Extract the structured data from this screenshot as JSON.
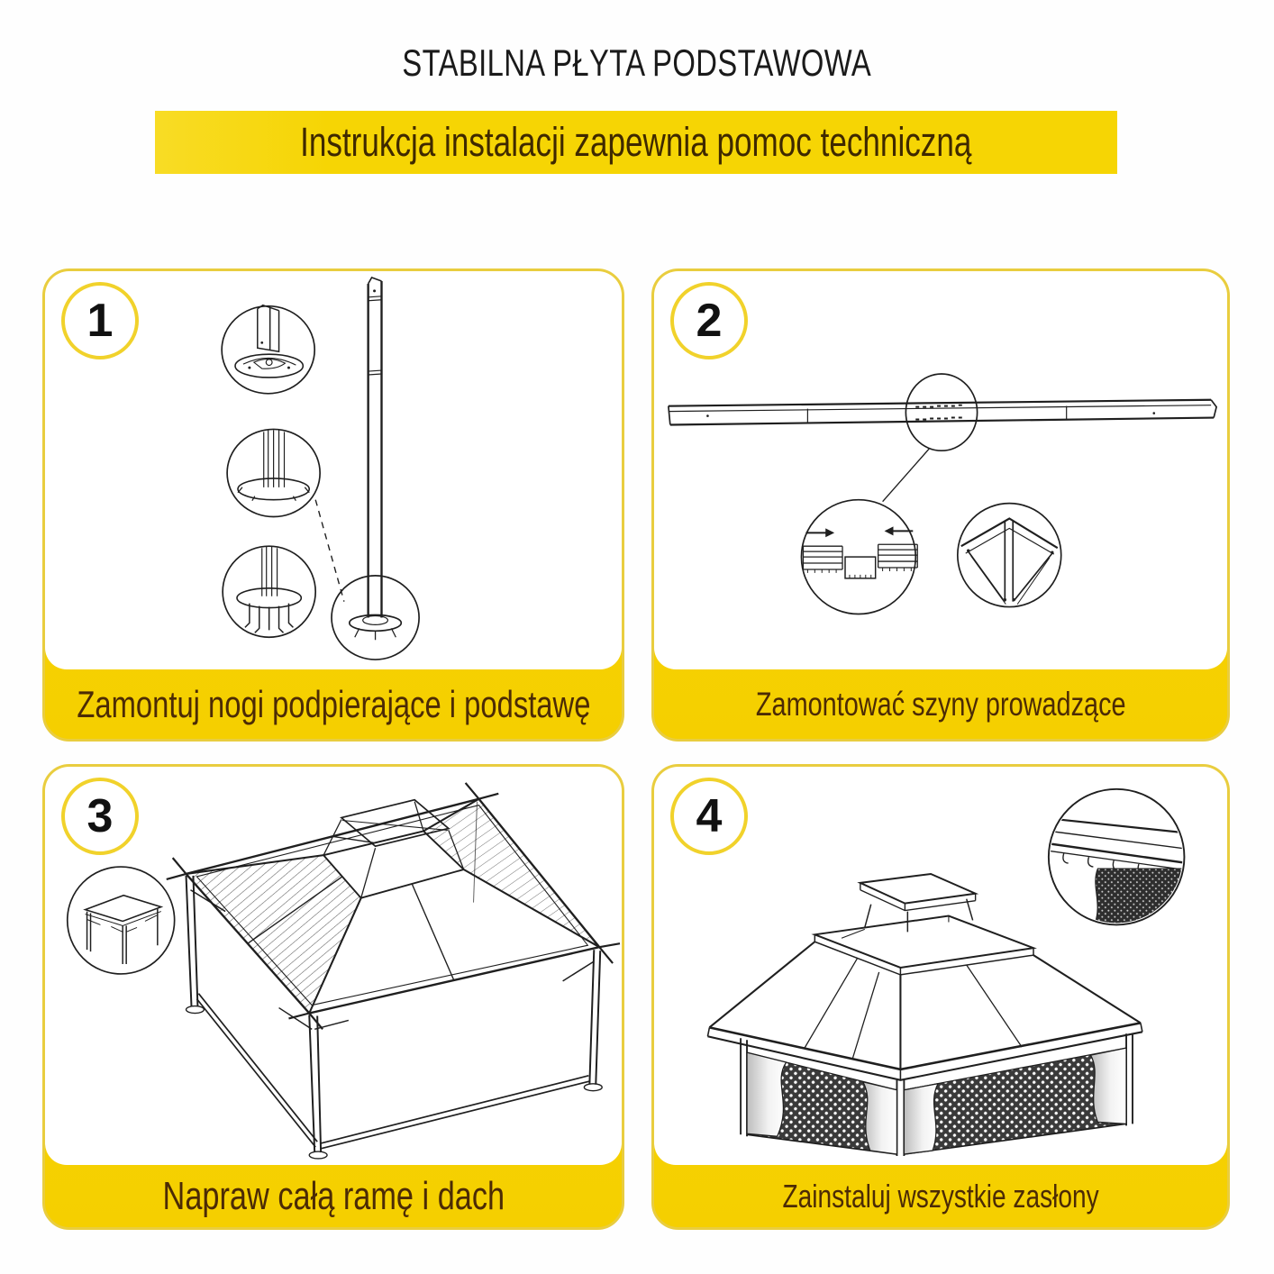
{
  "header": {
    "title": "STABILNA PŁYTA PODSTAWOWA",
    "banner": "Instrukcja instalacji zapewnia pomoc techniczną"
  },
  "colors": {
    "banner_yellow": "#f6d504",
    "caption_yellow": "#f5cf00",
    "caption_yellow_light": "#fae65c",
    "panel_border_yellow": "#e9cd3f",
    "badge_border_yellow": "#f1d22b",
    "caption_text": "#4c2b05",
    "banner_text": "#3f2900",
    "title_text": "#1a1a1a",
    "line_art": "#1f1f1f",
    "page_background": "#ffffff"
  },
  "steps": [
    {
      "number": "1",
      "caption": "Zamontuj nogi podpierające i podstawę",
      "illustration": "support-leg-pole-with-base-plate-callouts"
    },
    {
      "number": "2",
      "caption": "Zamontować szyny prowadzące",
      "illustration": "guide-rail-with-connector-and-corner-details"
    },
    {
      "number": "3",
      "caption": "Napraw całą ramę i dach",
      "illustration": "gazebo-frame-and-roof-assembly"
    },
    {
      "number": "4",
      "caption": "Zainstaluj wszystkie zasłony",
      "illustration": "gazebo-with-mesh-curtains-and-hook-detail"
    }
  ]
}
